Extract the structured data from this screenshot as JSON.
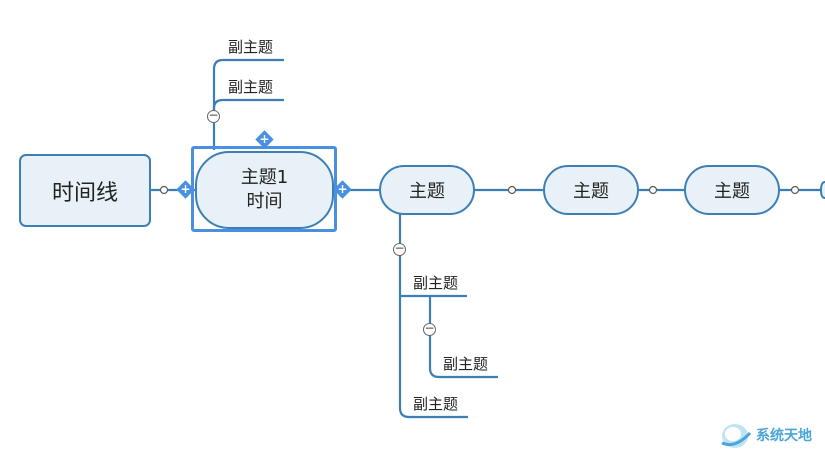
{
  "mindmap": {
    "root": {
      "label": "时间线"
    },
    "selected_topic": {
      "line1": "主题1",
      "line2": "时间"
    },
    "topics": [
      {
        "label": "主题"
      },
      {
        "label": "主题"
      },
      {
        "label": "主题"
      }
    ],
    "subtopics_upper": [
      {
        "label": "副主题"
      },
      {
        "label": "副主题"
      }
    ],
    "subtopics_lower": [
      {
        "label": "副主题"
      },
      {
        "label": "副主题"
      },
      {
        "label": "副主题"
      }
    ],
    "colors": {
      "line": "#3d7fb5",
      "node_fill": "#e9f1f8",
      "selection": "#4a90e2"
    },
    "icons": {
      "collapse": "minus-circle-icon",
      "add": "plus-icon"
    },
    "watermark": {
      "text": "系统天地"
    }
  }
}
